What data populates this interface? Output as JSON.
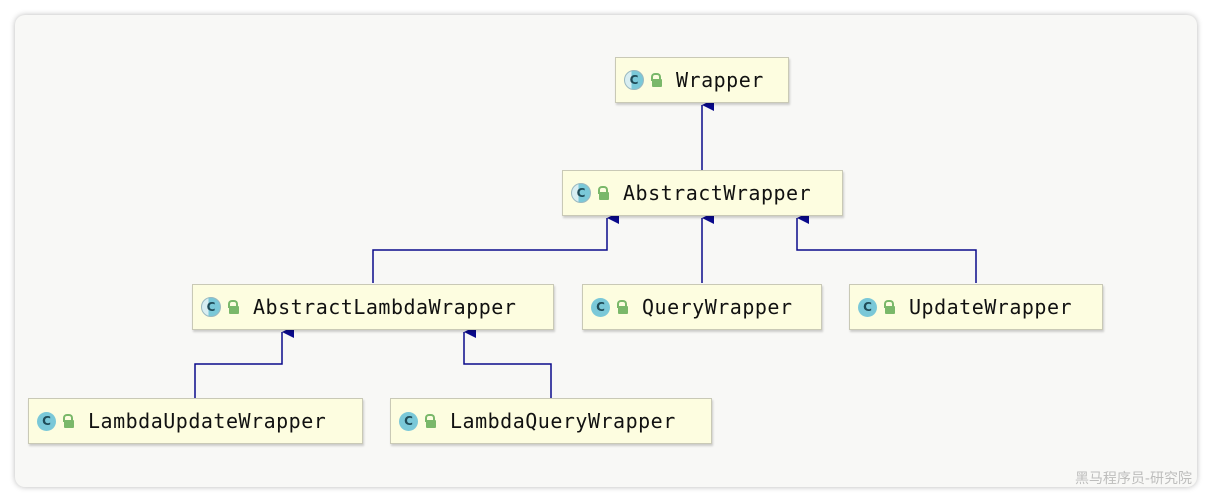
{
  "diagram": {
    "nodes": [
      {
        "id": "wrapper",
        "label": "Wrapper",
        "kind": "abstract-class"
      },
      {
        "id": "abstract-wrapper",
        "label": "AbstractWrapper",
        "kind": "abstract-class"
      },
      {
        "id": "abstract-lambda-wrapper",
        "label": "AbstractLambdaWrapper",
        "kind": "abstract-class"
      },
      {
        "id": "query-wrapper",
        "label": "QueryWrapper",
        "kind": "class"
      },
      {
        "id": "update-wrapper",
        "label": "UpdateWrapper",
        "kind": "class"
      },
      {
        "id": "lambda-update-wrapper",
        "label": "LambdaUpdateWrapper",
        "kind": "class"
      },
      {
        "id": "lambda-query-wrapper",
        "label": "LambdaQueryWrapper",
        "kind": "class"
      }
    ],
    "edges": [
      {
        "from": "abstract-wrapper",
        "to": "wrapper"
      },
      {
        "from": "abstract-lambda-wrapper",
        "to": "abstract-wrapper"
      },
      {
        "from": "query-wrapper",
        "to": "abstract-wrapper"
      },
      {
        "from": "update-wrapper",
        "to": "abstract-wrapper"
      },
      {
        "from": "lambda-update-wrapper",
        "to": "abstract-lambda-wrapper"
      },
      {
        "from": "lambda-query-wrapper",
        "to": "abstract-lambda-wrapper"
      }
    ],
    "class_icon_letter": "C",
    "icons": {
      "class": "class-c-icon",
      "visibility": "public-lock-icon"
    },
    "colors": {
      "node_fill": "#fdfde0",
      "node_border": "#c9c9b6",
      "edge": "#0a0a8c",
      "class_icon": "#7ac8d8",
      "visibility_icon": "#7ab86a"
    }
  },
  "watermark": "黑马程序员-研究院"
}
